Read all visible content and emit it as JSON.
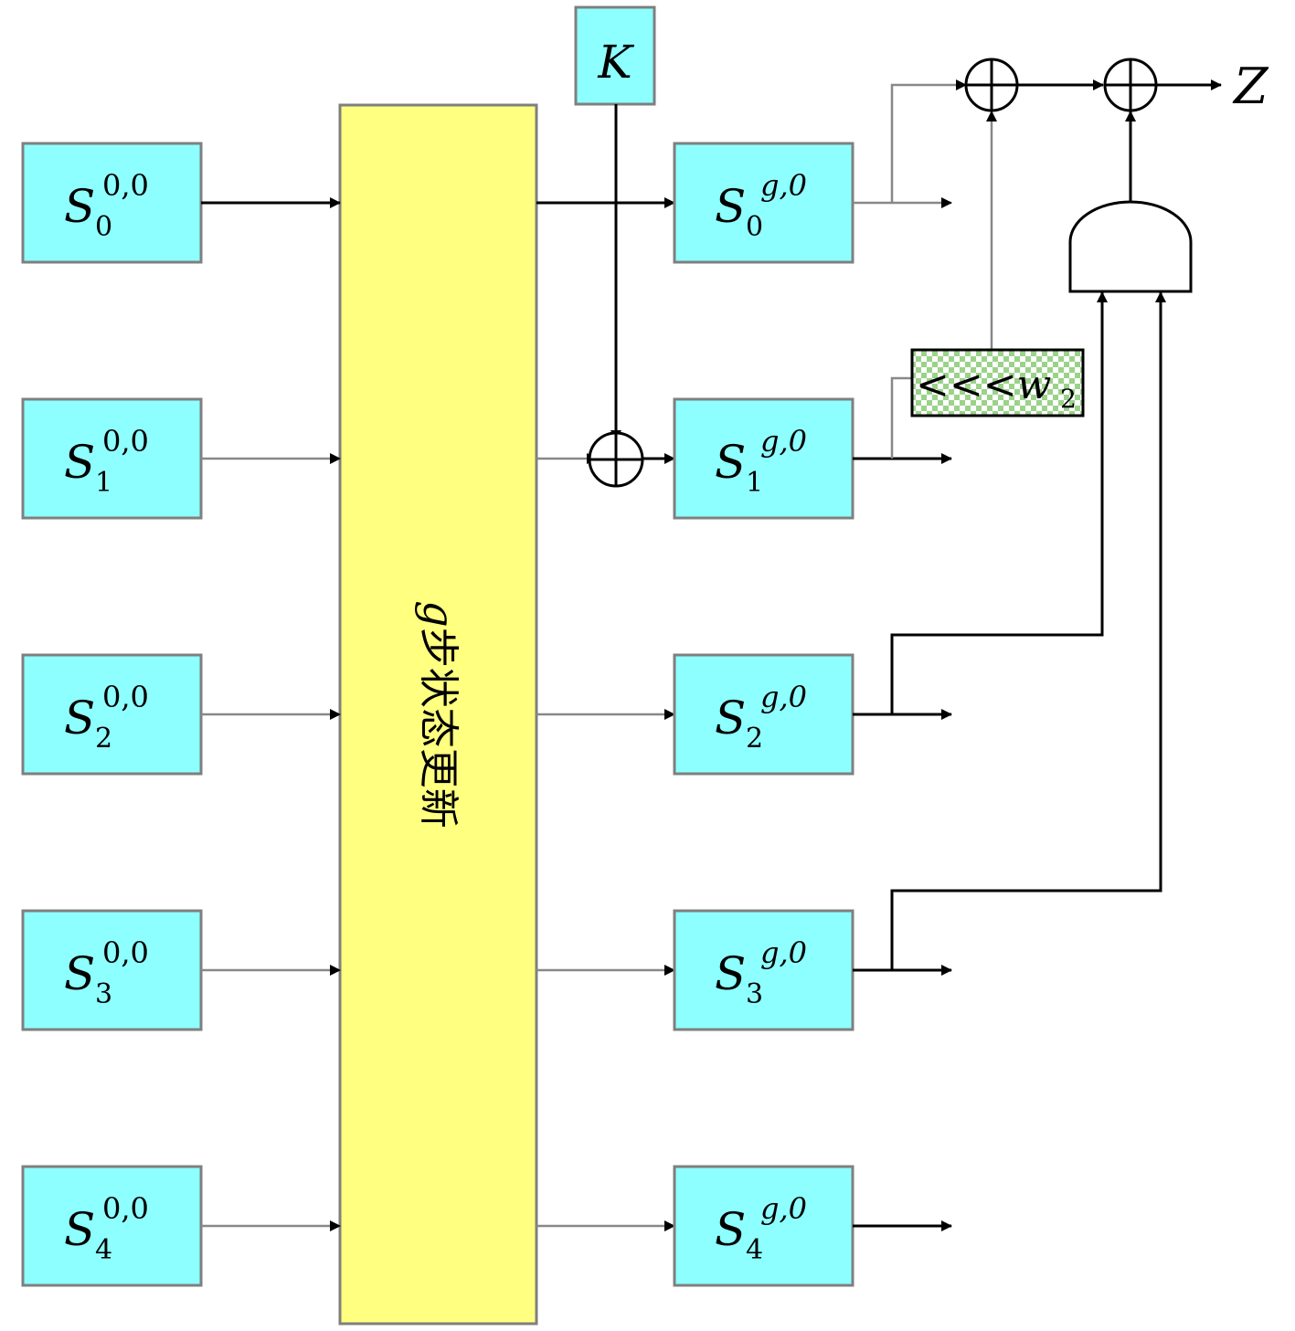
{
  "inputs": [
    {
      "base": "S",
      "sub": "0",
      "sup": "0,0"
    },
    {
      "base": "S",
      "sub": "1",
      "sup": "0,0"
    },
    {
      "base": "S",
      "sub": "2",
      "sup": "0,0"
    },
    {
      "base": "S",
      "sub": "3",
      "sup": "0,0"
    },
    {
      "base": "S",
      "sub": "4",
      "sup": "0,0"
    }
  ],
  "outputs": [
    {
      "base": "S",
      "sub": "0",
      "sup": "g,0"
    },
    {
      "base": "S",
      "sub": "1",
      "sup": "g,0"
    },
    {
      "base": "S",
      "sub": "2",
      "sup": "g,0"
    },
    {
      "base": "S",
      "sub": "3",
      "sup": "g,0"
    },
    {
      "base": "S",
      "sub": "4",
      "sup": "g,0"
    }
  ],
  "update_block": {
    "var": "g",
    "label": "步状态更新"
  },
  "key": {
    "label": "K"
  },
  "rotation": {
    "op": "<<<",
    "var": "w",
    "sub": "2"
  },
  "output": {
    "label": "Z"
  },
  "colors": {
    "state_box": "#8effff",
    "update_box": "#ffff80",
    "rotation_box": "#9bd28a"
  }
}
